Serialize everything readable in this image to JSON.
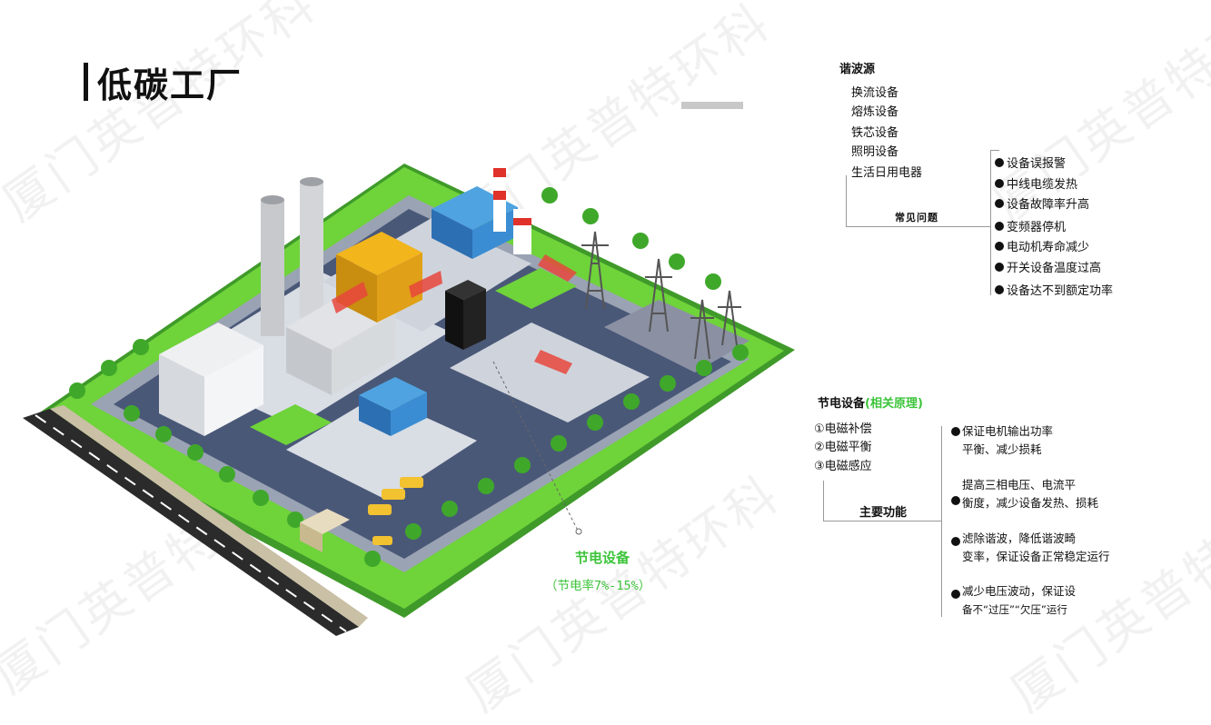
{
  "title": "低碳工厂",
  "watermark": "厦门英普特环科",
  "harmonic": {
    "title": "谐波源",
    "sources": [
      "换流设备",
      "熔炼设备",
      "铁芯设备",
      "照明设备",
      "生活日用电器"
    ],
    "problems_label": "常见问题",
    "problems": [
      "设备误报警",
      "中线电缆发热",
      "设备故障率升高",
      "变频器停机",
      "电动机寿命减少",
      "开关设备温度过高",
      "设备达不到额定功率"
    ]
  },
  "saving": {
    "title": "节电设备",
    "title_note": "(相关原理)",
    "principles": [
      "①电磁补偿",
      "②电磁平衡",
      "③电磁感应"
    ],
    "functions_label": "主要功能",
    "functions": [
      [
        "保证电机输出功率",
        "平衡、减少损耗"
      ],
      [
        "提高三相电压、电流平",
        "衡度，减少设备发热、损耗"
      ],
      [
        "滤除谐波，降低谐波畸",
        "变率，保证设备正常稳定运行"
      ],
      [
        "减少电压波动，保证设",
        "备不“过压”“欠压”运行"
      ]
    ]
  },
  "device_label": "节电设备",
  "device_rate": "（节电率7%-15%）",
  "colors": {
    "accent_green": "#3cc43a",
    "grass": "#6fd33a",
    "road": "#4a5878",
    "ground": "#9aa3b3"
  }
}
